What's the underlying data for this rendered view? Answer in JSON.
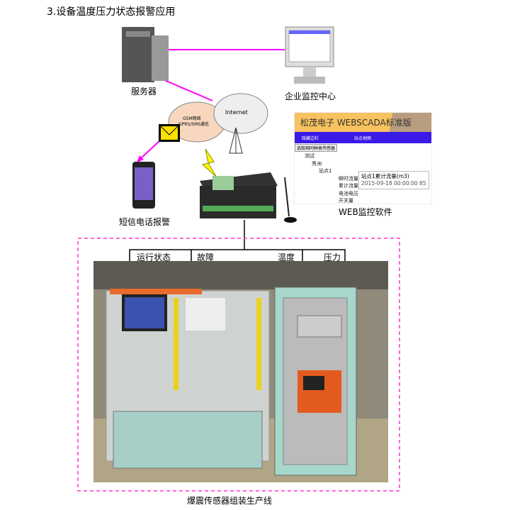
{
  "title": "3.设备温度压力状态报警应用",
  "labels": {
    "server": "服务器",
    "center": "企业监控中心",
    "sms": "短信电话报警",
    "web_software": "WEB监控软件",
    "line": "爆震传感器组装生产线"
  },
  "clouds": {
    "gsm_1": "GSM网络",
    "gsm_2": "GPRS/SMS通信",
    "internet": "Internet"
  },
  "signals": [
    "运行状态",
    "故障",
    "温度",
    "压力"
  ],
  "web": {
    "title": "松茂电子 WEBSCADA标准版",
    "nav": [
      "隐藏边栏",
      "站点地图"
    ],
    "button": "选取相同种类传感器",
    "tree": [
      "测试",
      "秀洲",
      "站点1",
      "瞬时流量",
      "累计流量",
      "电池电压",
      "开关量"
    ],
    "tooltip_title": "站点1累计流量(m3)",
    "tooltip_value": "2015-09-18 00:00:00 85"
  },
  "colors": {
    "link": "#ff00ff",
    "dashed": "#ff33cc"
  }
}
